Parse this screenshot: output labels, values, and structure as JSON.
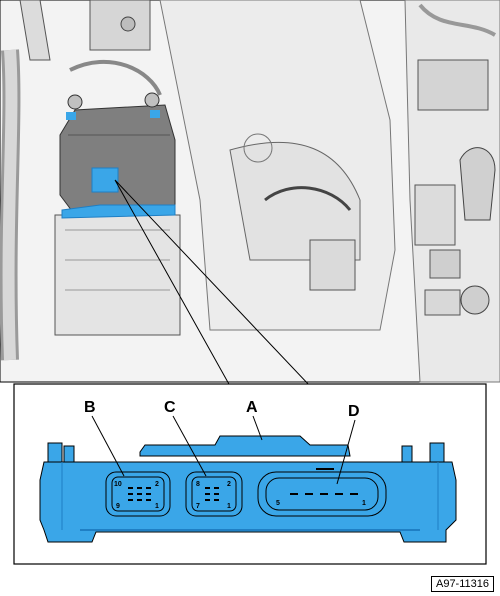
{
  "callouts": {
    "a": "A",
    "b": "B",
    "c": "C",
    "d": "D"
  },
  "connector_b": {
    "top_left": "10",
    "top_right": "2",
    "bottom_left": "9",
    "bottom_right": "1"
  },
  "connector_c": {
    "top_left": "8",
    "top_right": "2",
    "bottom_left": "7",
    "bottom_right": "1"
  },
  "connector_d": {
    "left": "5",
    "right": "1"
  },
  "figure_id": "A97-11316",
  "colors": {
    "module_blue": "#3aa6e8",
    "module_blue_dark": "#1f7fc4",
    "outline": "#000000",
    "background_gray": "#f2f2f2"
  }
}
